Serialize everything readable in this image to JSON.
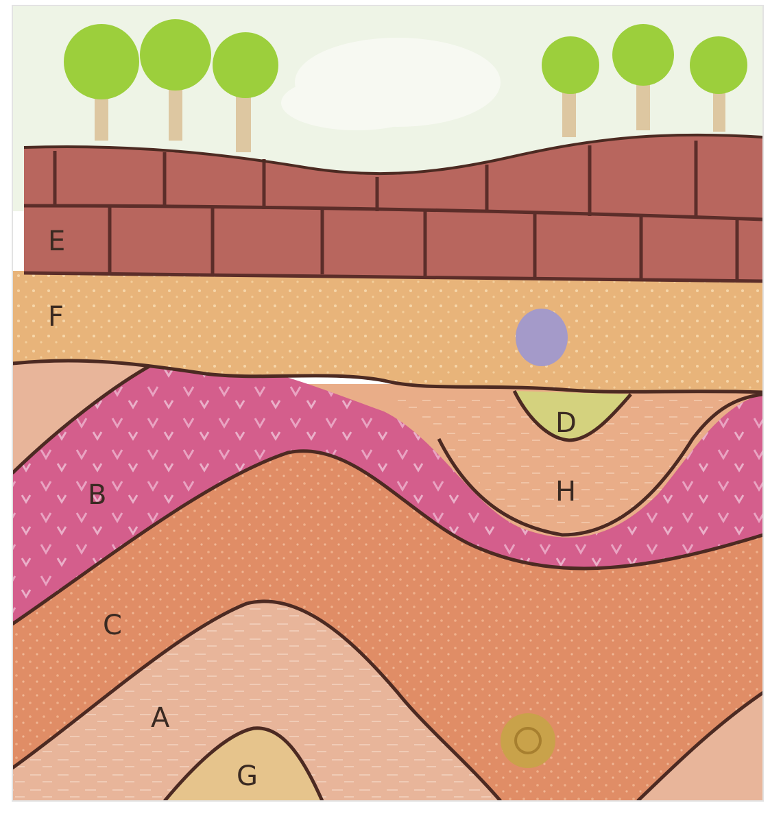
{
  "labels": {
    "E": "E",
    "F": "F",
    "D": "D",
    "B": "B",
    "H": "H",
    "C": "C",
    "A": "A",
    "G": "G"
  },
  "colors": {
    "sky": "#eef4e6",
    "cloud": "#f7f9f2",
    "foliage": "#9ccf3c",
    "trunk": "#ddc7a1",
    "brick": "#b8665e",
    "mortar": "#5b2d29",
    "F": "#e8b47a",
    "B": "#d45e8c",
    "H": "#e9ad88",
    "C": "#e08d66",
    "A": "#e8b59a",
    "G": "#e6c48c",
    "D": "#d4d27e",
    "pebble": "#a49ac9",
    "fossil": "#c9a24a",
    "outline": "#4c2a22"
  },
  "icons": [
    "tree-icon",
    "pebble-icon",
    "fossil-icon"
  ]
}
